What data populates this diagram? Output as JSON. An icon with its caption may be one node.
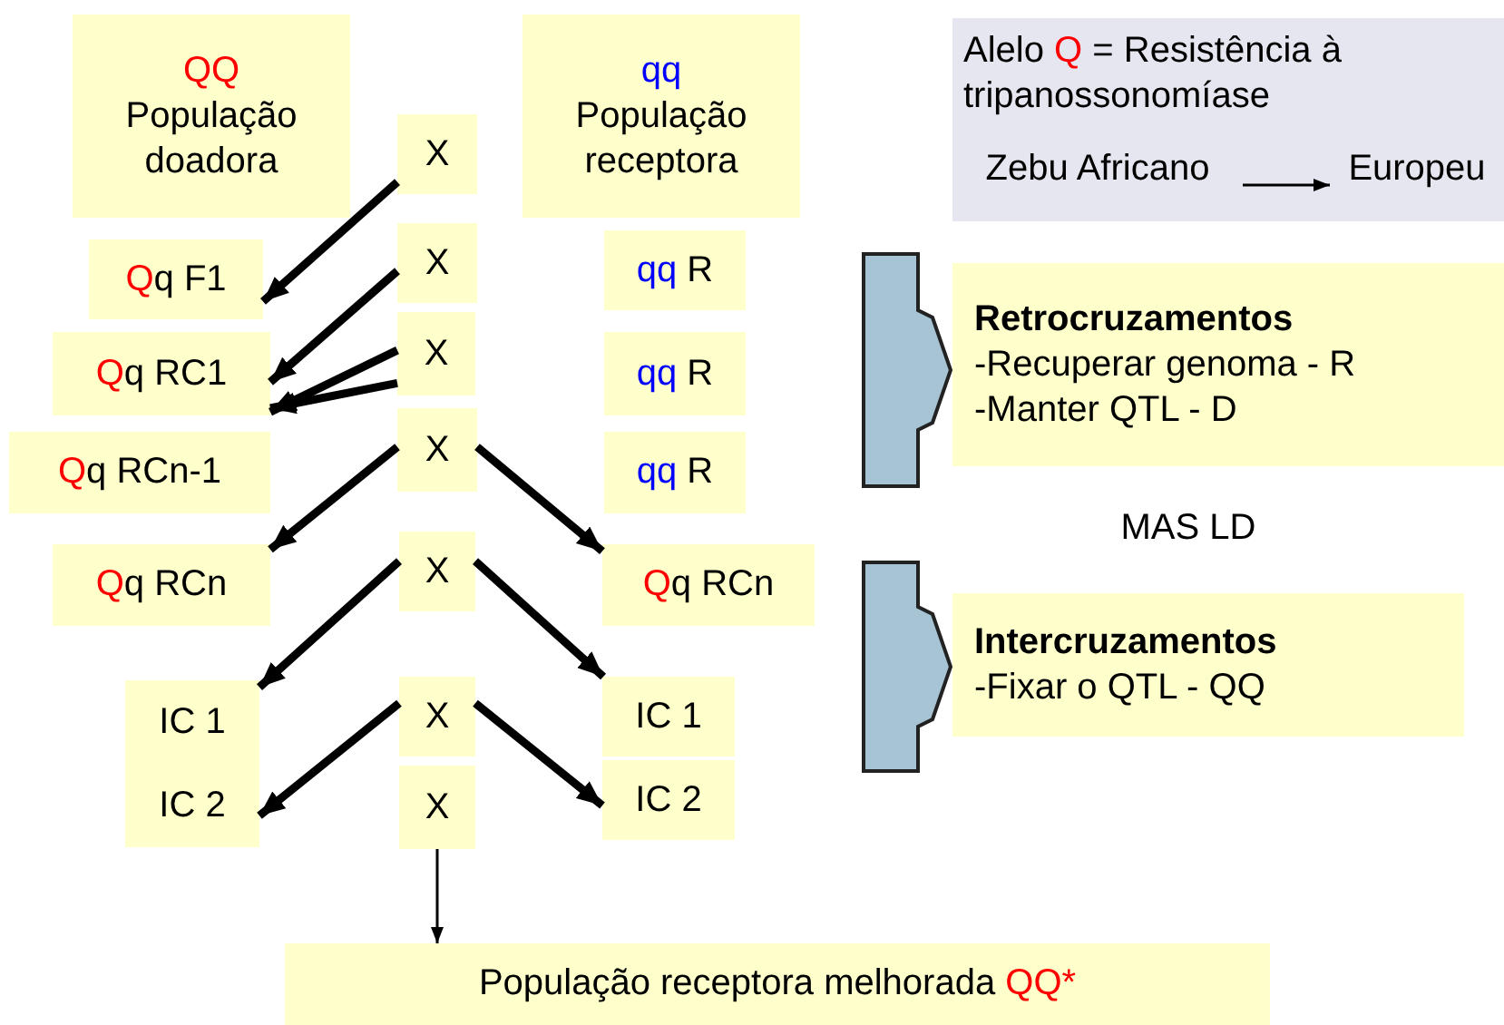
{
  "diagram": {
    "nodes": [
      {
        "text": [
          "QQ",
          "População doadora"
        ]
      },
      {
        "text": [
          "X"
        ]
      },
      {
        "text": [
          "qq",
          "População receptora"
        ]
      },
      {
        "text": [
          "Qq F1"
        ]
      },
      {
        "text": [
          "X"
        ]
      },
      {
        "text": [
          "qq",
          "R"
        ]
      },
      {
        "text": [
          "Qq RC1"
        ]
      },
      {
        "text": [
          "X"
        ]
      },
      {
        "text": [
          "qq",
          "R"
        ]
      },
      {
        "text": [
          "Qq RCn-1"
        ]
      },
      {
        "text": [
          "X"
        ]
      },
      {
        "text": [
          "qq",
          "R"
        ]
      },
      {
        "text": [
          "Qq RCn"
        ]
      },
      {
        "text": [
          "X"
        ]
      },
      {
        "text": [
          "Qq RCn"
        ]
      },
      {
        "text": [
          "IC 1",
          "IC 2"
        ]
      },
      {
        "text": [
          "X"
        ]
      },
      {
        "text": [
          "IC 1"
        ]
      },
      {
        "text": [
          "X"
        ]
      },
      {
        "text": [
          "IC 2"
        ]
      },
      {
        "text": [
          "População receptora melhorada",
          "QQ*"
        ]
      },
      {
        "text": [
          "Alelo",
          "Q",
          "= Resistência à tripanossonomíase"
        ]
      },
      {
        "text": [
          "Zebu Africano"
        ],
        "in": 21
      },
      {
        "text": [
          "Europeu"
        ],
        "in": 21
      },
      {
        "text": [
          "Retrocruzamentos",
          "-Recuperar genoma - R",
          "-Manter QTL - D"
        ]
      },
      {
        "text": [
          "Intercruzamentos",
          "-Fixar o QTL - QQ"
        ]
      }
    ],
    "edges": [
      {
        "from": 1,
        "to": 3,
        "arrow": "to"
      },
      {
        "from": 4,
        "to": 6,
        "arrow": "to"
      },
      {
        "from": 7,
        "to": 6,
        "arrow": "to"
      },
      {
        "from": 7,
        "to": 6,
        "arrow": "to"
      },
      {
        "from": 10,
        "to": 12,
        "arrow": "to"
      },
      {
        "from": 10,
        "to": 14,
        "arrow": "to"
      },
      {
        "from": 13,
        "to": 15,
        "arrow": "to"
      },
      {
        "from": 13,
        "to": 17,
        "arrow": "to"
      },
      {
        "from": 16,
        "to": 15,
        "arrow": "to"
      },
      {
        "from": 16,
        "to": 19,
        "arrow": "to"
      },
      {
        "from": 18,
        "to": 20,
        "arrow": "to"
      },
      {
        "from": 22,
        "to": 23,
        "arrow": "to"
      },
      {
        "from": null,
        "to": 24,
        "arrow": "to"
      },
      {
        "from": null,
        "to": 25,
        "arrow": "to"
      }
    ],
    "labels": [
      "MAS LD"
    ]
  }
}
